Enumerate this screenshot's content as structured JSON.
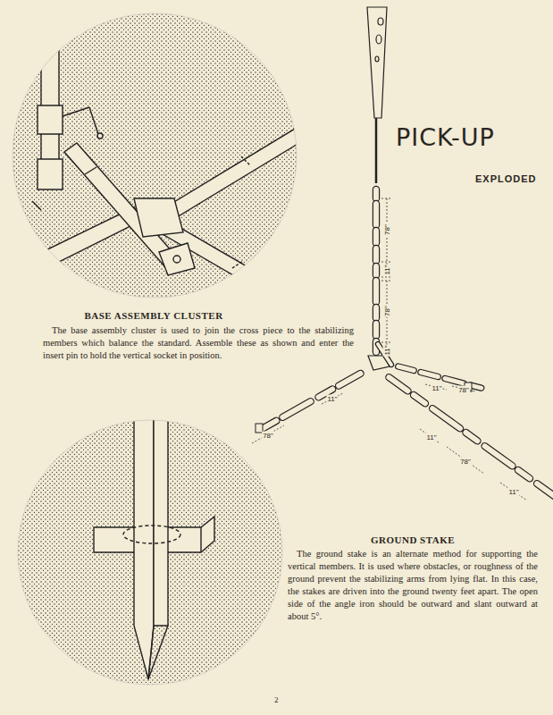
{
  "diagram": {
    "title": "PICK-UP",
    "labels": [
      "EXPLODED",
      "BASE ASSEMBLY CLUSTER",
      "The base assembly cluster is used to join the cross piece to the stabilizing members which balance the standard. Assemble these as shown and enter the insert pin to hold the vertical socket in position.",
      "GROUND STAKE",
      "The ground stake is an alternate method for supporting the vertical members. It is used where obstacles, or roughness of the ground prevent the stabilizing arms from lying flat. In this case, the stakes are driven into the ground twenty feet apart. The open side of the angle iron should be outward and slant outward at about 5°.",
      "78\"",
      "11\"",
      "78\"",
      "11\"",
      "11\"",
      "78\"",
      "11\"",
      "78\"",
      "11\"",
      "11\"",
      "78\"",
      "2"
    ]
  }
}
